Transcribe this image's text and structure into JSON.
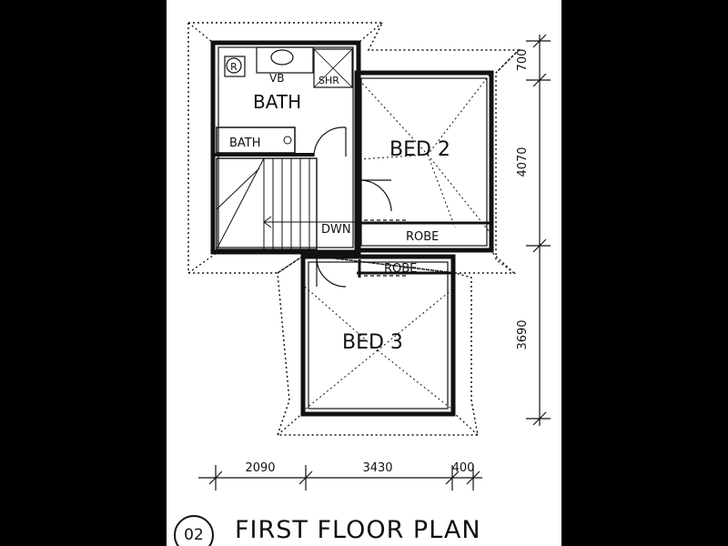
{
  "rooms": {
    "bath": "BATH",
    "bath_tub": "BATH",
    "vanity_basin": "VB",
    "shower": "SHR",
    "fridge_r": "R",
    "bed2": "BED 2",
    "bed3": "BED 3",
    "robe_bed2": "ROBE",
    "robe_bed3": "ROBE",
    "stair": "DWN"
  },
  "dimensions": {
    "vertical": [
      "700",
      "4070",
      "3690"
    ],
    "horizontal": [
      "2090",
      "3430",
      "400"
    ]
  },
  "title": {
    "number": "02",
    "text": "FIRST FLOOR PLAN"
  }
}
